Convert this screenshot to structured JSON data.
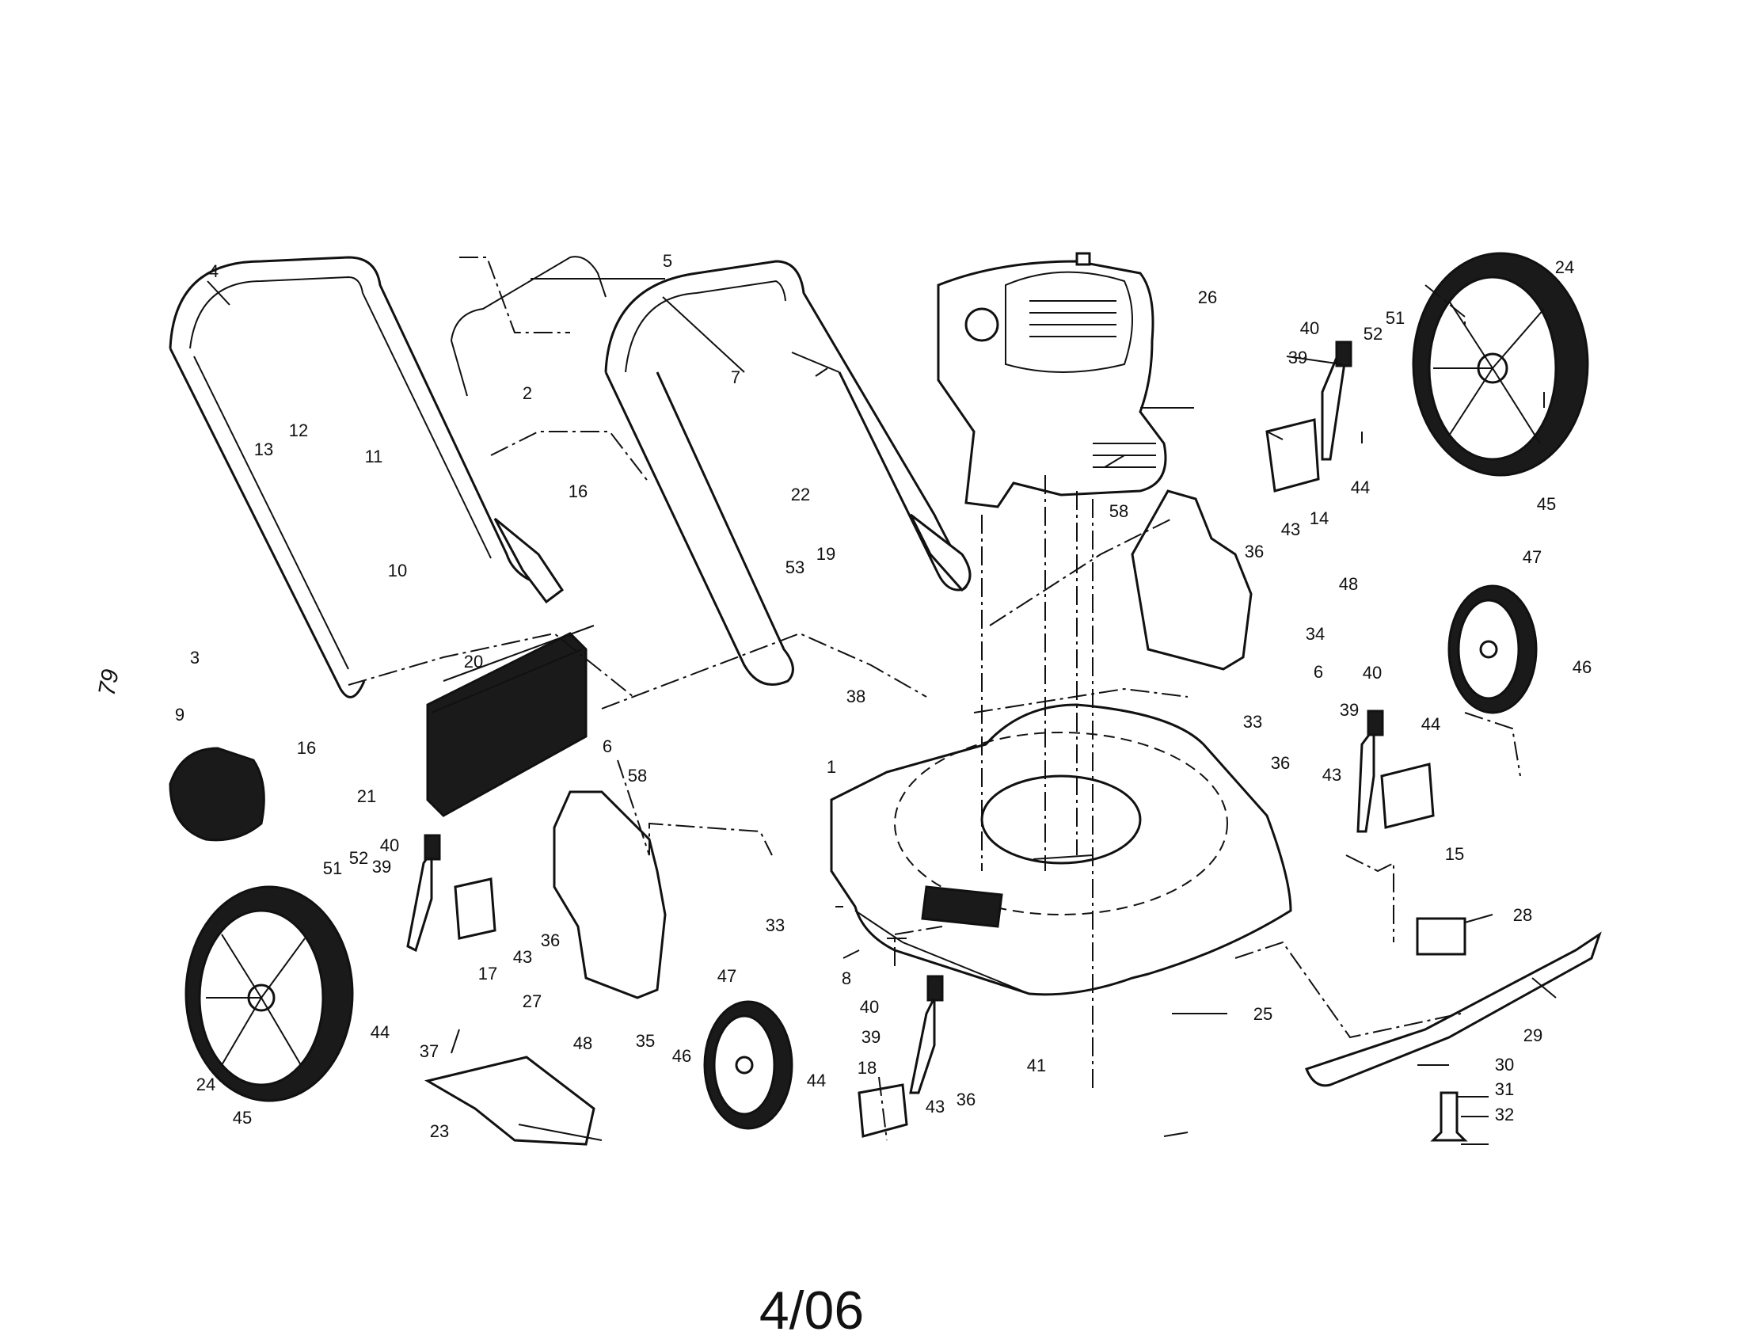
{
  "diagram": {
    "date_code": "4/06",
    "margin_mark": "79",
    "callouts": [
      "1",
      "2",
      "3",
      "4",
      "5",
      "6",
      "6",
      "7",
      "8",
      "9",
      "10",
      "11",
      "12",
      "13",
      "14",
      "15",
      "16",
      "16",
      "17",
      "18",
      "19",
      "20",
      "21",
      "22",
      "23",
      "24",
      "24",
      "25",
      "26",
      "27",
      "28",
      "29",
      "30",
      "31",
      "32",
      "33",
      "33",
      "34",
      "35",
      "36",
      "36",
      "36",
      "36",
      "37",
      "38",
      "39",
      "39",
      "39",
      "39",
      "40",
      "40",
      "40",
      "40",
      "41",
      "43",
      "43",
      "43",
      "43",
      "44",
      "44",
      "44",
      "44",
      "45",
      "45",
      "46",
      "46",
      "47",
      "47",
      "48",
      "48",
      "51",
      "51",
      "52",
      "52",
      "53",
      "58",
      "58"
    ]
  }
}
